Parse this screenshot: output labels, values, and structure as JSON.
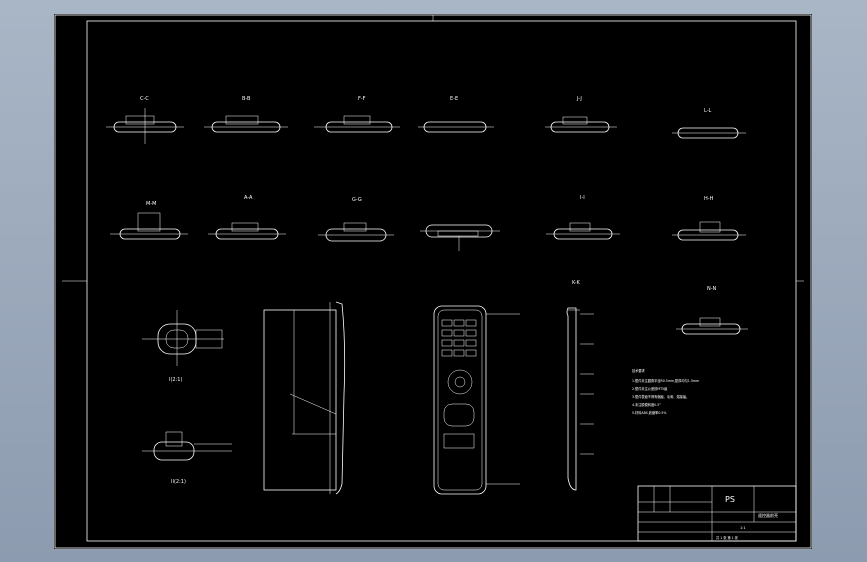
{
  "sections_row1": [
    "C-C",
    "B-B",
    "F-F",
    "E-E",
    "J-J",
    "L-L"
  ],
  "sections_row2": [
    "M-M",
    "A-A",
    "G-G",
    "",
    "I-I",
    "H-H"
  ],
  "sections_row3": [
    "K-K",
    "N-N"
  ],
  "detail_labels": [
    "I(2:1)",
    "II(2:1)"
  ],
  "notes": {
    "title": "技术要求",
    "items": [
      "1.塑件未注圆角半径R0.5mm,壁厚均匀1.5mm",
      "2.塑件未注公差按MT5级",
      "3.塑件表面不得有缩痕、毛刺、熔接痕。",
      "4.未注脱模斜度0.5°",
      "5.材料ABS,收缩率0.5%"
    ]
  },
  "title_block": {
    "code": "PS",
    "name": "遥控器前壳",
    "scale": "1:1",
    "sheet": "共 1 张 第 1 张"
  },
  "colors": {
    "background": "#8d9bb0",
    "sheet": "#000000",
    "lines": "#ffffff"
  }
}
